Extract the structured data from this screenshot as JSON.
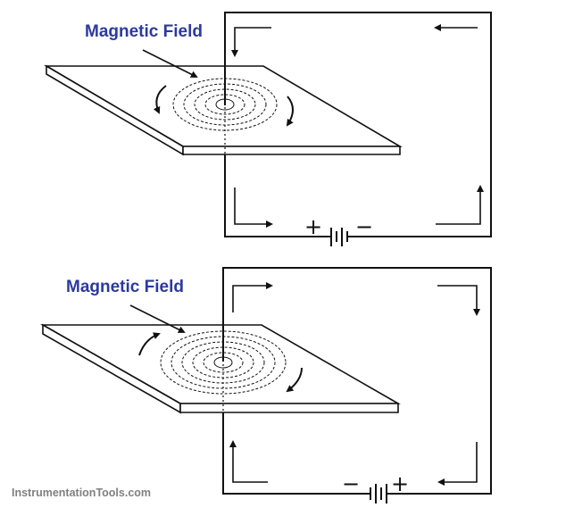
{
  "top_diagram": {
    "label": "Magnetic Field",
    "battery_left_sign": "+",
    "battery_right_sign": "−"
  },
  "bottom_diagram": {
    "label": "Magnetic Field",
    "battery_left_sign": "−",
    "battery_right_sign": "+"
  },
  "watermark": "InstrumentationTools.com",
  "colors": {
    "label": "#2b3a9e",
    "line": "#111111",
    "watermark": "#808080"
  }
}
